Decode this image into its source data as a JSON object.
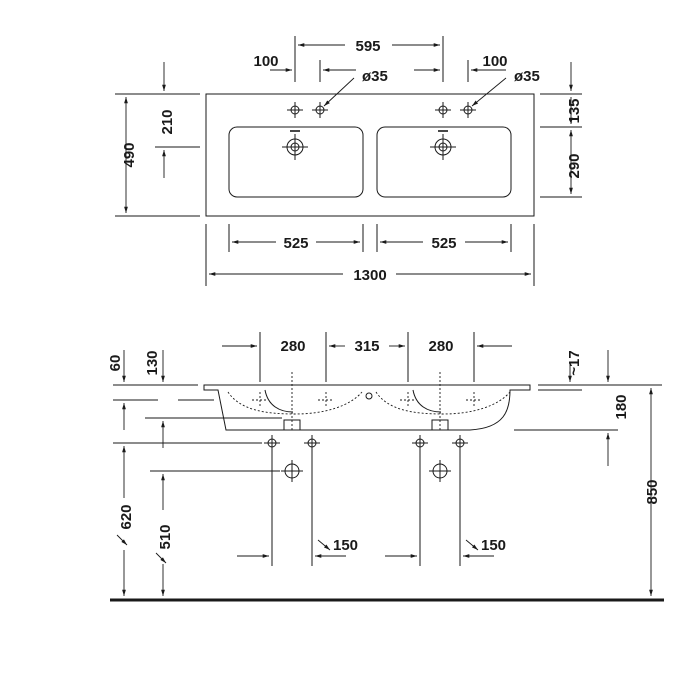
{
  "drawing": {
    "top_view": {
      "hole_spacing": "595",
      "offset_left": "100",
      "offset_right": "100",
      "hole_diameter_left": "ø35",
      "hole_diameter_right": "ø35",
      "depth_total": "490",
      "depth_tap": "210",
      "depth_front": "135",
      "bowl_depth": "290",
      "bowl_width_left": "525",
      "bowl_width_right": "525",
      "width_total": "1300"
    },
    "side_view": {
      "spacing_left": "280",
      "spacing_mid": "315",
      "spacing_right": "280",
      "overflow_height": "60",
      "deck_height": "130",
      "rim": "~17",
      "bowl_height": "180",
      "total_height": "850",
      "waste_height": "620",
      "supply_height": "510",
      "supply_offset_left": "150",
      "supply_offset_right": "150"
    }
  },
  "colors": {
    "ink": "#1a1a1a",
    "background": "#ffffff"
  }
}
